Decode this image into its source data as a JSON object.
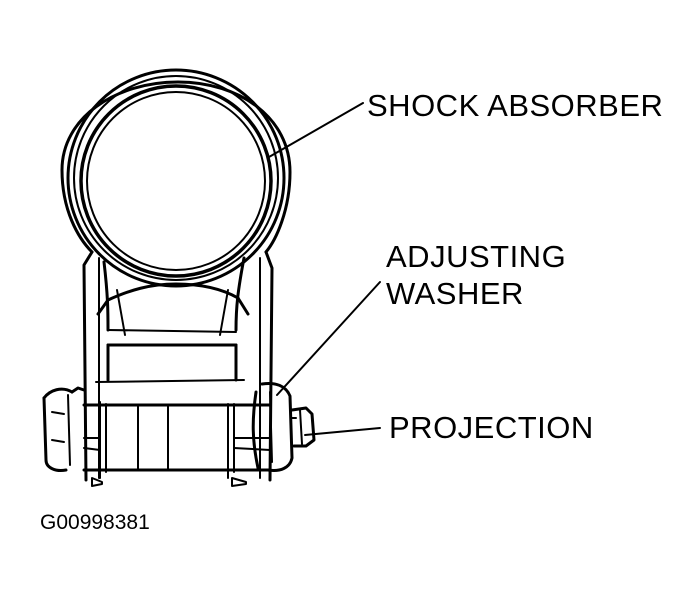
{
  "labels": {
    "shock_absorber": "SHOCK ABSORBER",
    "adjusting_washer_line1": "ADJUSTING",
    "adjusting_washer_line2": "WASHER",
    "projection": "PROJECTION"
  },
  "figure_id": "G00998381",
  "colors": {
    "line": "#000000",
    "background": "#ffffff"
  }
}
